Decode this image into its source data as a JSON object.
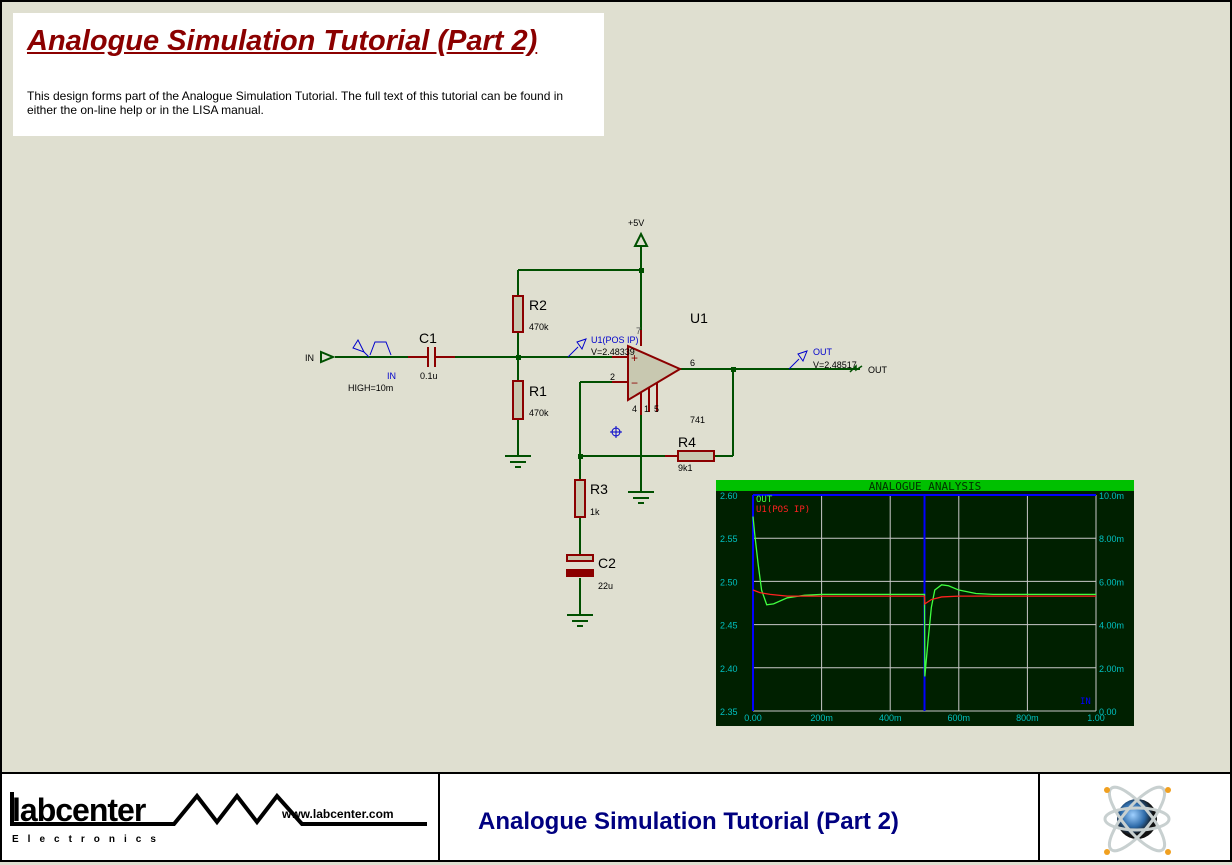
{
  "header": {
    "title": "Analogue Simulation Tutorial (Part 2)",
    "description": "This design forms part of the Analogue Simulation Tutorial. The full text of this tutorial can be found in either the on-line help or in the LISA manual."
  },
  "schematic": {
    "supply": "+5V",
    "input_terminal": "IN",
    "generator": {
      "name": "IN",
      "param": "HIGH=10m"
    },
    "c1": {
      "ref": "C1",
      "value": "0.1u"
    },
    "r1": {
      "ref": "R1",
      "value": "470k"
    },
    "r2": {
      "ref": "R2",
      "value": "470k"
    },
    "r3": {
      "ref": "R3",
      "value": "1k"
    },
    "r4": {
      "ref": "R4",
      "value": "9k1"
    },
    "c2": {
      "ref": "C2",
      "value": "22u"
    },
    "u1": {
      "ref": "U1",
      "value": "741",
      "pins": [
        "7",
        "2",
        "6",
        "4",
        "1",
        "5"
      ],
      "plus": "+",
      "minus": "−"
    },
    "probe_pos": {
      "name": "U1(POS IP)",
      "reading": "V=2.48339"
    },
    "probe_out": {
      "name": "OUT",
      "reading": "V=2.48517"
    },
    "output_terminal": "OUT",
    "wire_color": "#005000",
    "component_color": "#8b0000",
    "probe_color": "#0000cc"
  },
  "chart_data": {
    "type": "line",
    "title": "ANALOGUE ANALYSIS",
    "xlim": [
      0,
      1.0
    ],
    "ylim": [
      2.35,
      2.6
    ],
    "y2lim": [
      0,
      0.01
    ],
    "x_ticks": [
      "0.00",
      "200m",
      "400m",
      "600m",
      "800m",
      "1.00"
    ],
    "y_ticks": [
      "2.35",
      "2.40",
      "2.45",
      "2.50",
      "2.55",
      "2.60"
    ],
    "y2_ticks": [
      "0.00",
      "2.00m",
      "4.00m",
      "6.00m",
      "8.00m",
      "10.0m"
    ],
    "grid": true,
    "legend_placement": "top-left",
    "right_axis_label": "IN",
    "cursor_x": 0.5,
    "colors": {
      "background": "#002000",
      "title_bar": "#00c000",
      "grid": "#c8c8c8",
      "axis": "#0000ff",
      "tick_text": "#00c0c0"
    },
    "series": [
      {
        "name": "OUT",
        "color": "#40ff40",
        "x": [
          0,
          0.005,
          0.015,
          0.025,
          0.04,
          0.06,
          0.1,
          0.15,
          0.2,
          0.5,
          0.501,
          0.51,
          0.52,
          0.53,
          0.55,
          0.57,
          0.6,
          0.65,
          0.7,
          1.0
        ],
        "y": [
          2.575,
          2.555,
          2.52,
          2.49,
          2.473,
          2.474,
          2.481,
          2.484,
          2.485,
          2.485,
          2.39,
          2.43,
          2.47,
          2.49,
          2.496,
          2.495,
          2.49,
          2.486,
          2.485,
          2.485
        ]
      },
      {
        "name": "U1(POS IP)",
        "color": "#ff2020",
        "x": [
          0,
          0.02,
          0.05,
          0.1,
          0.5,
          0.501,
          0.52,
          0.55,
          0.6,
          1.0
        ],
        "y": [
          2.49,
          2.487,
          2.485,
          2.483,
          2.483,
          2.474,
          2.479,
          2.482,
          2.483,
          2.483
        ]
      }
    ]
  },
  "footer": {
    "company": "labcenter",
    "company_sub": "Electronics",
    "url": "www.labcenter.com",
    "title": "Analogue Simulation Tutorial (Part 2)",
    "logo_icon": "proteus-atom-icon"
  }
}
